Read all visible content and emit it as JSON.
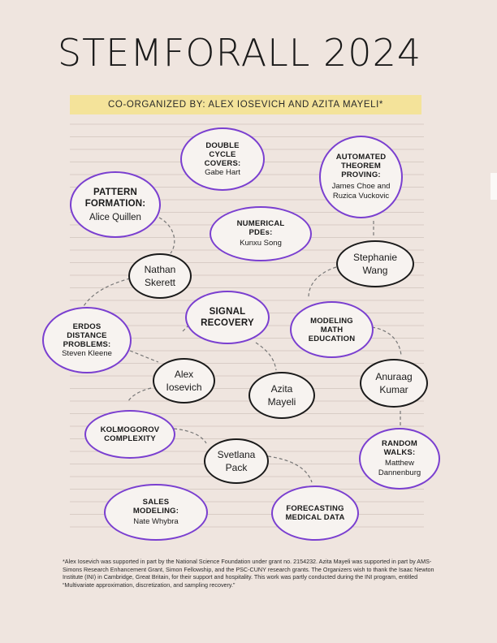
{
  "title": "STEMFORALL 2024",
  "banner": "CO-ORGANIZED BY: ALEX IOSEVICH AND AZITA MAYELI*",
  "nodes": {
    "double_cycle": {
      "topic": "DOUBLE CYCLE COVERS:",
      "person": "Gabe Hart"
    },
    "automated": {
      "topic": "AUTOMATED THEOREM PROVING:",
      "person": "James Choe and Ruzica Vuckovic"
    },
    "pattern": {
      "topic": "PATTERN FORMATION:",
      "person": "Alice Quillen"
    },
    "numerical": {
      "topic": "NUMERICAL PDEs:",
      "person": "Kunxu Song"
    },
    "stephanie": {
      "name": "Stephanie Wang"
    },
    "nathan": {
      "name": "Nathan Skerett"
    },
    "signal": {
      "topic": "SIGNAL RECOVERY"
    },
    "modeling_math": {
      "topic": "MODELING MATH EDUCATION"
    },
    "erdos": {
      "topic": "ERDOS DISTANCE PROBLEMS:",
      "person": "Steven Kleene"
    },
    "alex": {
      "name": "Alex Iosevich"
    },
    "azita": {
      "name": "Azita Mayeli"
    },
    "anuraag": {
      "name": "Anuraag Kumar"
    },
    "kolmogorov": {
      "topic": "KOLMOGOROV COMPLEXITY"
    },
    "svetlana": {
      "name": "Svetlana Pack"
    },
    "random_walks": {
      "topic": "RANDOM WALKS:",
      "person": "Matthew Dannenburg"
    },
    "sales": {
      "topic": "SALES MODELING:",
      "person": "Nate Whybra"
    },
    "forecasting": {
      "topic": "FORECASTING MEDICAL DATA"
    }
  },
  "footnote": "*Alex Iosevich was supported in part by the National Science Foundation under grant no. 2154232. Azita Mayeli was supported in part by AMS-Simons Research Enhancement Grant, Simon Fellowship, and the PSC-CUNY research grants. The Organizers wish to thank the Isaac Newton Institute (INI) in Cambridge, Great Britain, for their support and hospitality. This work was partly conducted during the INI program, entitled “Multivariate approximation, discretization, and sampling recovery.”"
}
